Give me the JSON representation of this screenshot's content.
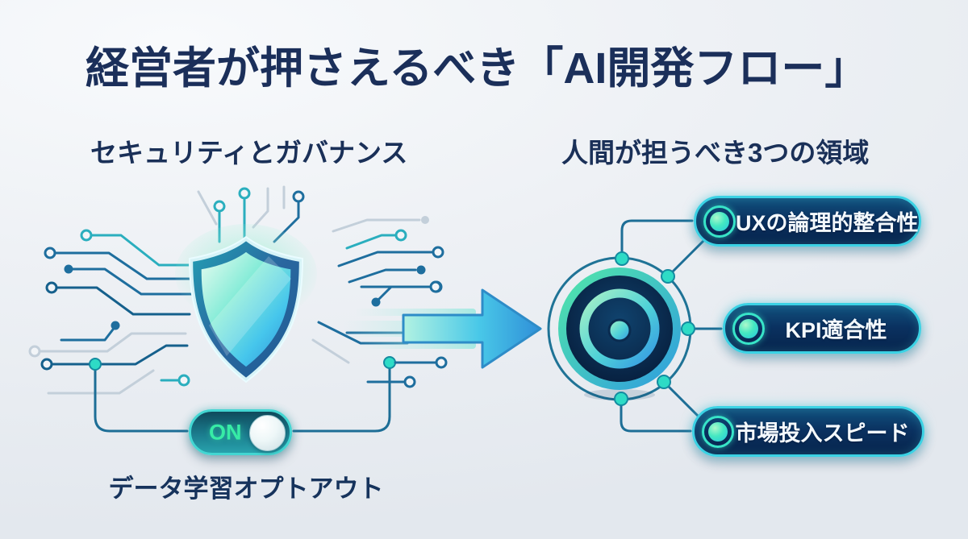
{
  "page": {
    "title": "経営者が押さえるべき「AI開発フロー」"
  },
  "left_panel": {
    "heading": "セキュリティとガバナンス",
    "toggle_label": "ON",
    "toggle_state": "on",
    "toggle_caption": "データ学習オプトアウト"
  },
  "right_panel": {
    "heading": "人間が担うべき3つの領域",
    "items": [
      {
        "label": "UXの論理的整合性"
      },
      {
        "label": "KPI適合性"
      },
      {
        "label": "市場投入スピード"
      }
    ]
  },
  "icons": {
    "shield": "security-shield-icon",
    "circuit": "circuit-traces",
    "steering_wheel": "steering-wheel-icon",
    "arrow": "flow-arrow-right-icon",
    "toggle_knob": "toggle-knob"
  },
  "colors": {
    "title_navy": "#1b2f5a",
    "pill_navy": "#0a3160",
    "accent_cyan": "#3bd2e4",
    "accent_green": "#37eca6",
    "circuit_blue": "#1e6e9e",
    "circuit_teal": "#2aaebe",
    "background": "#eef1f5"
  }
}
